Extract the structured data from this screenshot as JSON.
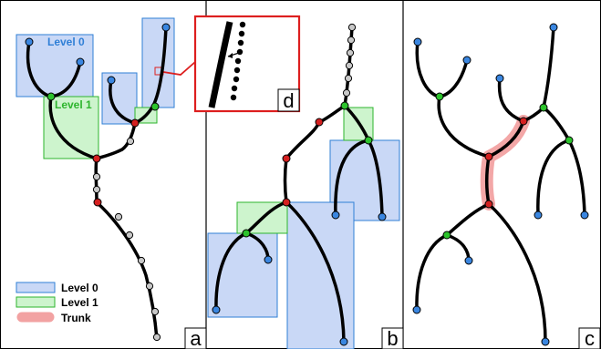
{
  "panels": {
    "a": {
      "label": "a"
    },
    "b": {
      "label": "b"
    },
    "c": {
      "label": "c"
    },
    "d": {
      "label": "d"
    }
  },
  "annotations": {
    "level0": "Level 0",
    "level1": "Level 1"
  },
  "legend": {
    "items": [
      {
        "label": "Level 0",
        "color": "#2f7fd6"
      },
      {
        "label": "Level 1",
        "color": "#2db52d"
      },
      {
        "label": "Trunk",
        "color": "#f08a8a"
      }
    ]
  },
  "colors": {
    "junction_red": "#d42020",
    "branch_green": "#2cc32c",
    "endpoint_blue": "#3a86e0",
    "sample_gray": "#c8c8c8",
    "level0_box": "#c9d8f6",
    "level1_box": "#cdf4cd",
    "trunk": "#f2a2a2",
    "inset_border": "#dd1f1f"
  }
}
